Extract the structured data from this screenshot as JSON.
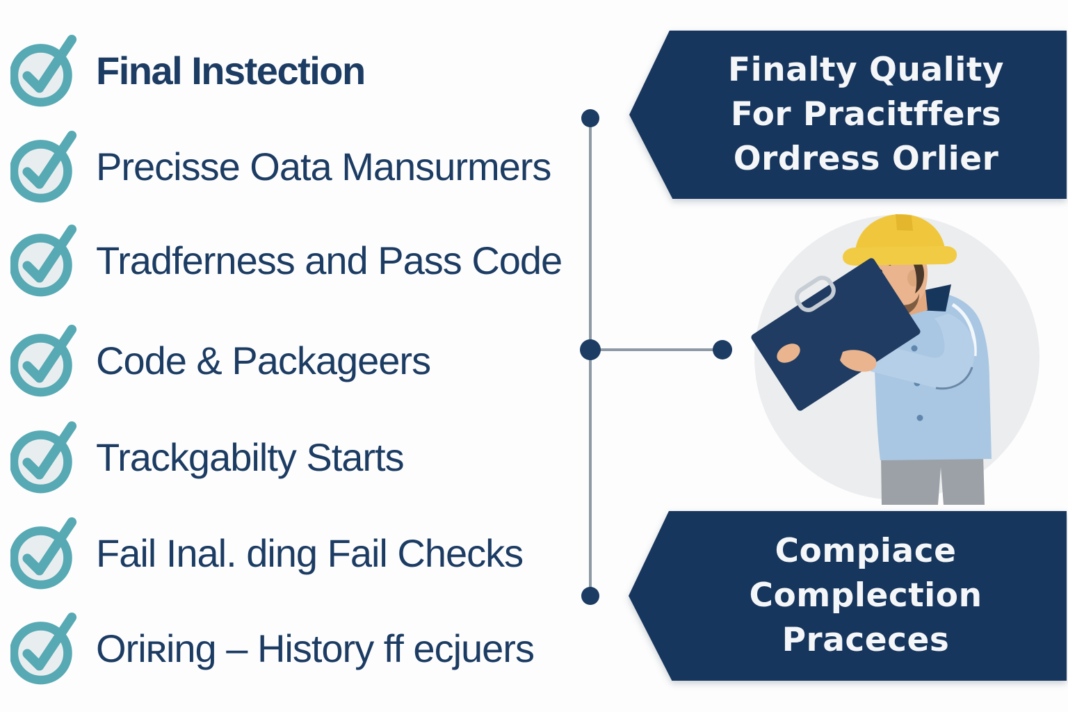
{
  "checklist": {
    "items": [
      {
        "label": "Final Instection"
      },
      {
        "label": "Precisse Oata Mansurmers"
      },
      {
        "label": "Tradferness and Pass Code"
      },
      {
        "label": "Code & Packageers"
      },
      {
        "label": "Trackgabilty Starts"
      },
      {
        "label": "Fail Inal. ding Fail Checks"
      },
      {
        "label": "Oriʀing – History ff ecjuers"
      }
    ]
  },
  "banners": {
    "top": {
      "line1": "Finalty Quality",
      "line2": "For Pracitffers",
      "line3": "Ordress Orlier"
    },
    "bottom": {
      "line1": "Compiace",
      "line2": "Complection",
      "line3": "Praceces"
    }
  },
  "illustration": {
    "name": "inspector-with-clipboard"
  },
  "colors": {
    "teal": "#57a9b3",
    "check_fill": "#e8eef0",
    "text_navy": "#1c3c63",
    "banner_navy": "#17365d",
    "banner_text": "#f4f6f8",
    "connector_gray": "#8d99a5",
    "dot_navy": "#1c3c63",
    "circle_bg": "#ebedef",
    "hat_yellow": "#f0c73c",
    "shirt_blue": "#a9c7e2",
    "clipboard_navy": "#203c62",
    "pants_gray": "#9ba1a7",
    "skin": "#e9b48e"
  }
}
